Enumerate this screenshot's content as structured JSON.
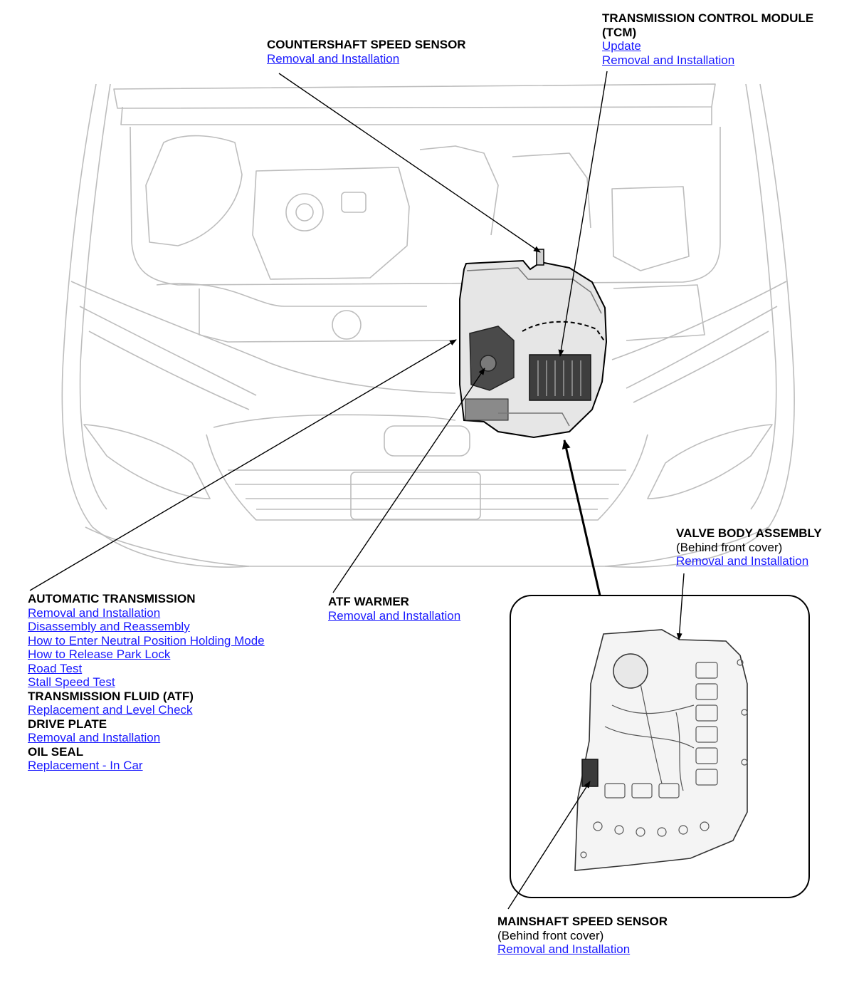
{
  "countershaft_speed_sensor": {
    "title": "COUNTERSHAFT SPEED SENSOR",
    "links": [
      "Removal and Installation"
    ]
  },
  "tcm": {
    "title_line1": "TRANSMISSION CONTROL MODULE",
    "title_line2": "(TCM)",
    "links": [
      "Update",
      "Removal and Installation"
    ]
  },
  "valve_body_assembly": {
    "title": "VALVE BODY ASSEMBLY",
    "note": "(Behind front cover)",
    "links": [
      "Removal and Installation"
    ]
  },
  "atf_warmer": {
    "title": "ATF WARMER",
    "links": [
      "Removal and Installation"
    ]
  },
  "automatic_transmission": {
    "title": "AUTOMATIC TRANSMISSION",
    "links": [
      "Removal and Installation",
      "Disassembly and Reassembly",
      "How to Enter Neutral Position Holding Mode",
      "How to Release Park Lock",
      "Road Test",
      "Stall Speed Test"
    ],
    "fluid_title": "TRANSMISSION FLUID (ATF)",
    "fluid_links": [
      "Replacement and Level Check"
    ],
    "drive_plate_title": "DRIVE PLATE",
    "drive_plate_links": [
      "Removal and Installation"
    ],
    "oil_seal_title": "OIL SEAL",
    "oil_seal_links": [
      "Replacement - In Car"
    ]
  },
  "mainshaft_speed_sensor": {
    "title": "MAINSHAFT SPEED SENSOR",
    "note": "(Behind front cover)",
    "links": [
      "Removal and Installation"
    ]
  },
  "colors": {
    "link": "#1a1aff",
    "line_art": "#bdbdbd",
    "component": "#555555"
  }
}
